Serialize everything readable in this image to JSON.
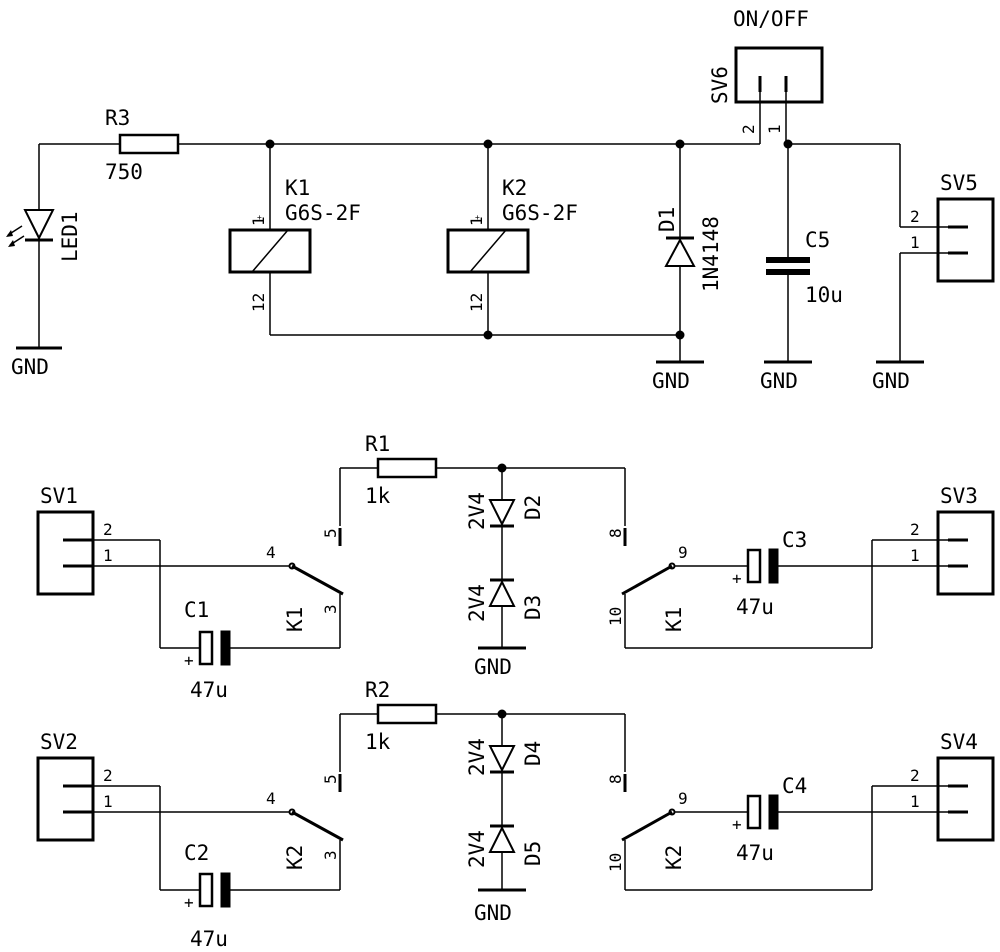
{
  "top": {
    "r3": {
      "name": "R3",
      "value": "750"
    },
    "led": {
      "name": "LED1"
    },
    "k1": {
      "name": "K1",
      "part": "G6S-2F",
      "pin_plus": "+",
      "pin_1": "1",
      "pin_12": "12",
      "pin_dash": "-"
    },
    "k2": {
      "name": "K2",
      "part": "G6S-2F",
      "pin_plus": "+",
      "pin_1": "1",
      "pin_12": "12",
      "pin_dash": "-"
    },
    "d1": {
      "name": "D1",
      "part": "1N4148"
    },
    "sv6": {
      "name": "SV6",
      "title": "ON/OFF",
      "pin2": "2",
      "pin1": "1"
    },
    "c5": {
      "name": "C5",
      "value": "10u"
    },
    "sv5": {
      "name": "SV5",
      "pin2": "2",
      "pin1": "1"
    },
    "gnd": "GND"
  },
  "channels": [
    {
      "in": {
        "name": "SV1",
        "pin2": "2",
        "pin1": "1"
      },
      "out": {
        "name": "SV3",
        "pin2": "2",
        "pin1": "1"
      },
      "r": {
        "name": "R1",
        "value": "1k"
      },
      "d_top": {
        "name": "D2",
        "part": "2V4"
      },
      "d_bot": {
        "name": "D3",
        "part": "2V4"
      },
      "c_in": {
        "name": "C1",
        "value": "47u",
        "plus": "+"
      },
      "c_out": {
        "name": "C3",
        "value": "47u",
        "plus": "+"
      },
      "relay": "K1",
      "pins": {
        "p4": "4",
        "p3": "3",
        "p5": "5",
        "p8": "8",
        "p9": "9",
        "p10": "10"
      },
      "gnd": "GND"
    },
    {
      "in": {
        "name": "SV2",
        "pin2": "2",
        "pin1": "1"
      },
      "out": {
        "name": "SV4",
        "pin2": "2",
        "pin1": "1"
      },
      "r": {
        "name": "R2",
        "value": "1k"
      },
      "d_top": {
        "name": "D4",
        "part": "2V4"
      },
      "d_bot": {
        "name": "D5",
        "part": "2V4"
      },
      "c_in": {
        "name": "C2",
        "value": "47u",
        "plus": "+"
      },
      "c_out": {
        "name": "C4",
        "value": "47u",
        "plus": "+"
      },
      "relay": "K2",
      "pins": {
        "p4": "4",
        "p3": "3",
        "p5": "5",
        "p8": "8",
        "p9": "9",
        "p10": "10"
      },
      "gnd": "GND"
    }
  ]
}
